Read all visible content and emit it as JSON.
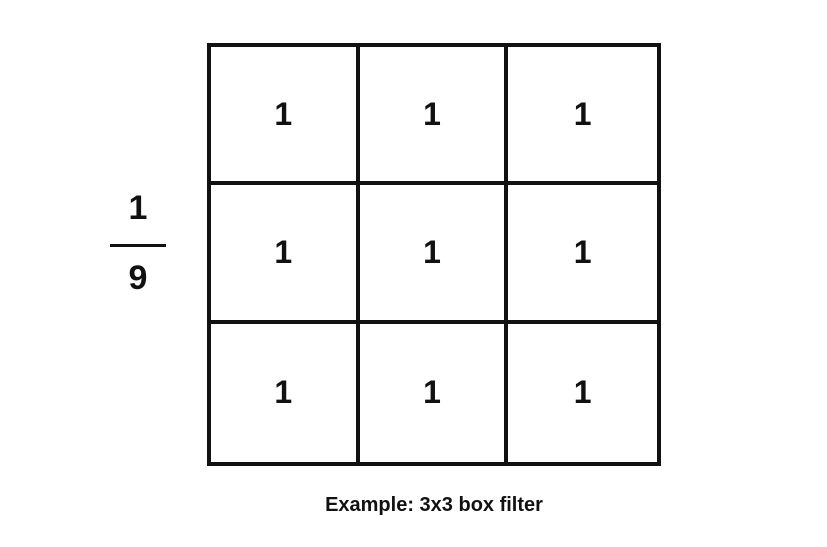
{
  "scale_factor": {
    "numerator": "1",
    "denominator": "9"
  },
  "kernel": {
    "rows": [
      [
        "1",
        "1",
        "1"
      ],
      [
        "1",
        "1",
        "1"
      ],
      [
        "1",
        "1",
        "1"
      ]
    ]
  },
  "caption": "Example: 3x3 box filter",
  "colors": {
    "line": "#111111",
    "background": "#ffffff"
  }
}
